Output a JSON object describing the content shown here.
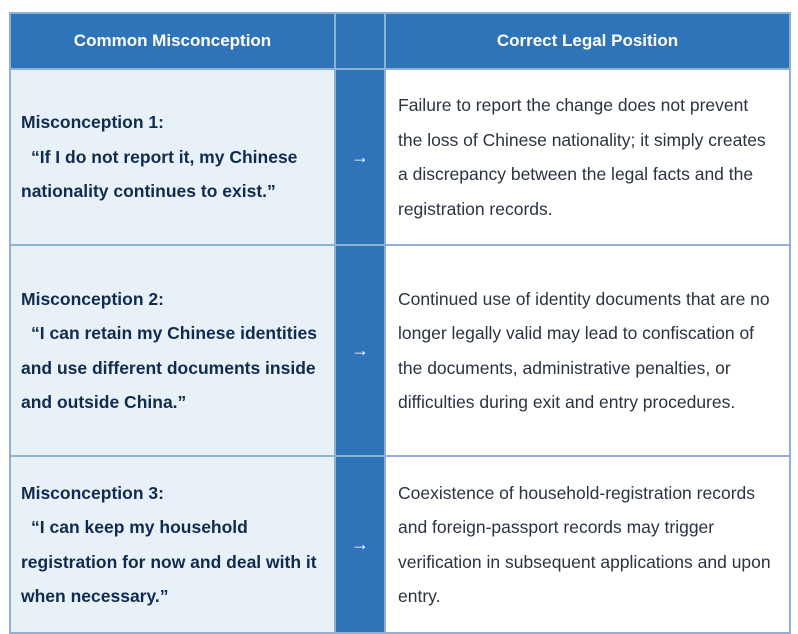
{
  "header": {
    "col1": "Common Misconception",
    "col2": "",
    "col3": "Correct Legal Position"
  },
  "arrow_symbol": "→",
  "rows": [
    {
      "title": "Misconception 1:",
      "quote": "“If I do not report it, my Chinese nationality continues to exist.”",
      "position": "Failure to report the change does not prevent the loss of Chinese nationality; it simply creates a discrepancy between the legal facts and the registration records."
    },
    {
      "title": "Misconception 2:",
      "quote": "“I can retain my Chinese identities and use different documents inside and outside China.”",
      "position": "Continued use of identity documents that are no longer legally valid may lead to confiscation of the documents, administrative penalties, or difficulties during exit and entry procedures."
    },
    {
      "title": "Misconception 3:",
      "quote": "“I can keep my household registration for now and deal with it when necessary.”",
      "position": "Coexistence of household-registration records and foreign-passport records may trigger verification in subsequent applications and upon entry."
    }
  ],
  "colors": {
    "header_bg": "#2f73b8",
    "border": "#8fb1d8",
    "misconception_bg": "#e8f0f8",
    "misconception_text": "#0f2c4f",
    "position_text": "#2a3340"
  }
}
